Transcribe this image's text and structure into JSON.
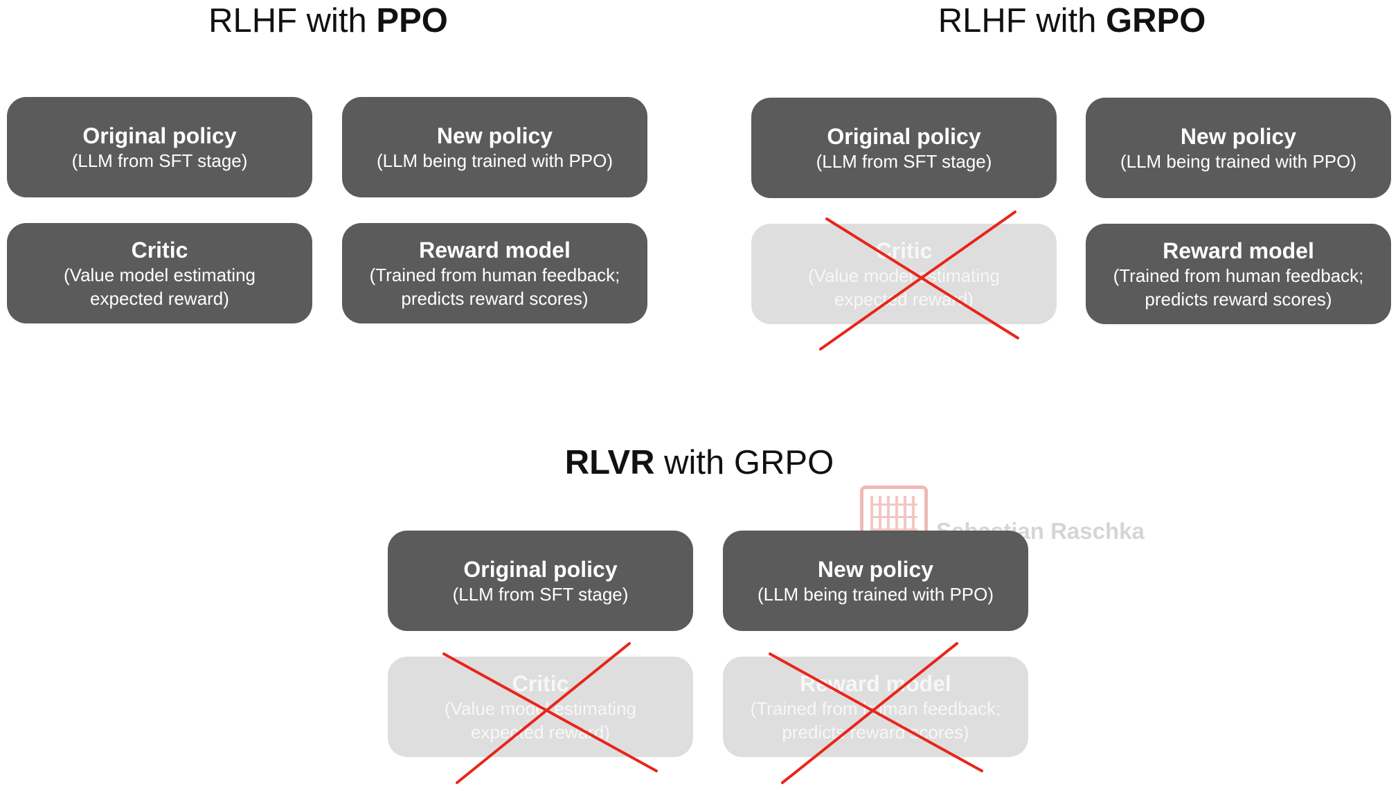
{
  "sections": {
    "ppo": {
      "title_prefix": "RLHF with ",
      "title_bold": "PPO",
      "boxes": {
        "original": {
          "title": "Original policy",
          "subtitle": "(LLM from SFT stage)"
        },
        "new": {
          "title": "New policy",
          "subtitle": "(LLM being trained with PPO)"
        },
        "critic": {
          "title": "Critic",
          "subtitle": "(Value model estimating\nexpected reward)"
        },
        "reward": {
          "title": "Reward model",
          "subtitle": "(Trained from human feedback;\npredicts reward scores)"
        }
      }
    },
    "grpo": {
      "title_prefix": "RLHF with ",
      "title_bold": "GRPO",
      "boxes": {
        "original": {
          "title": "Original policy",
          "subtitle": "(LLM from SFT stage)"
        },
        "new": {
          "title": "New policy",
          "subtitle": "(LLM being trained with PPO)"
        },
        "critic": {
          "title": "Critic",
          "subtitle": "(Value model estimating\nexpected reward)",
          "removed": true
        },
        "reward": {
          "title": "Reward model",
          "subtitle": "(Trained from human feedback;\npredicts reward scores)"
        }
      }
    },
    "rlvr": {
      "title_bold": "RLVR",
      "title_suffix": " with GRPO",
      "boxes": {
        "original": {
          "title": "Original policy",
          "subtitle": "(LLM from SFT stage)"
        },
        "new": {
          "title": "New policy",
          "subtitle": "(LLM being trained with PPO)"
        },
        "critic": {
          "title": "Critic",
          "subtitle": "(Value model estimating\nexpected reward)",
          "removed": true
        },
        "reward": {
          "title": "Reward model",
          "subtitle": "(Trained from human feedback;\npredicts reward scores)",
          "removed": true
        }
      }
    }
  },
  "watermark": {
    "text": "Sebastian Raschka"
  },
  "colors": {
    "active_box": "#5b5b5b",
    "removed_box": "#dedede",
    "cross": "#e8251a"
  }
}
